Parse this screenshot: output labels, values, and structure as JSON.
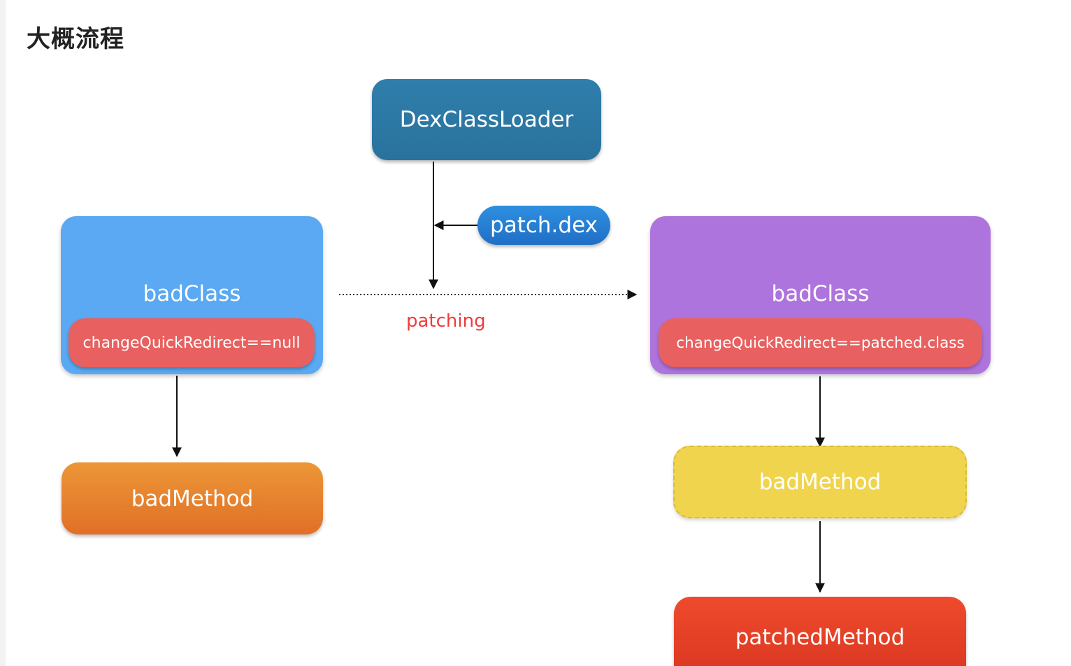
{
  "page": {
    "title": "大概流程"
  },
  "diagram": {
    "loader": "DexClassLoader",
    "patch_file": "patch.dex",
    "patching_label": "patching",
    "left_class": {
      "title": "badClass",
      "redirect": "changeQuickRedirect==null",
      "method": "badMethod"
    },
    "right_class": {
      "title": "badClass",
      "redirect": "changeQuickRedirect==patched.class",
      "method": "badMethod",
      "patched_method": "patchedMethod"
    }
  },
  "colors": {
    "loader": "#2f7eac",
    "patch_file": "#2584d8",
    "left_class": "#5aa9f2",
    "right_class": "#ae74dd",
    "redirect": "#e8605f",
    "left_method": "#e8852f",
    "right_method": "#f0d44d",
    "patched_method": "#e2402a",
    "patching_label": "#ee3c3c"
  }
}
